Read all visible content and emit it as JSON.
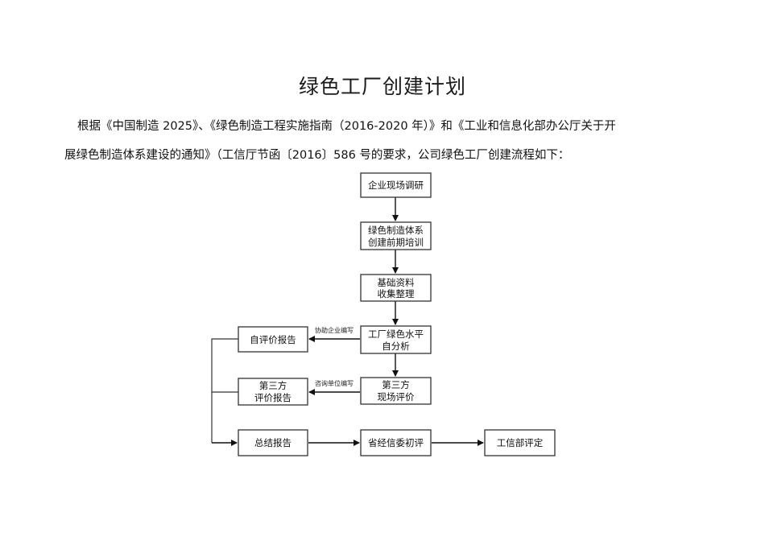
{
  "document": {
    "title": "绿色工厂创建计划",
    "paragraph_line1": "根据《中国制造 2025》、《绿色制造工程实施指南（2016-2020 年）》和《工业和信息化部办公厅关于开",
    "paragraph_line2": "展绿色制造体系建设的通知》（工信厅节函〔2016〕586 号的要求，公司绿色工厂创建流程如下："
  },
  "flowchart": {
    "step1": "企业现场调研",
    "step2_line1": "绿色制造体系",
    "step2_line2": "创建前期培训",
    "step3_line1": "基础资料",
    "step3_line2": "收集整理",
    "step4_line1": "工厂绿色水平",
    "step4_line2": "自分析",
    "step5_line1": "第三方",
    "step5_line2": "现场评价",
    "self_report": "自评价报告",
    "third_report_line1": "第三方",
    "third_report_line2": "评价报告",
    "summary": "总结报告",
    "provincial": "省经信委初评",
    "ministry": "工信部评定",
    "label_assist": "协助企业编写",
    "label_consult": "咨询单位编写"
  }
}
